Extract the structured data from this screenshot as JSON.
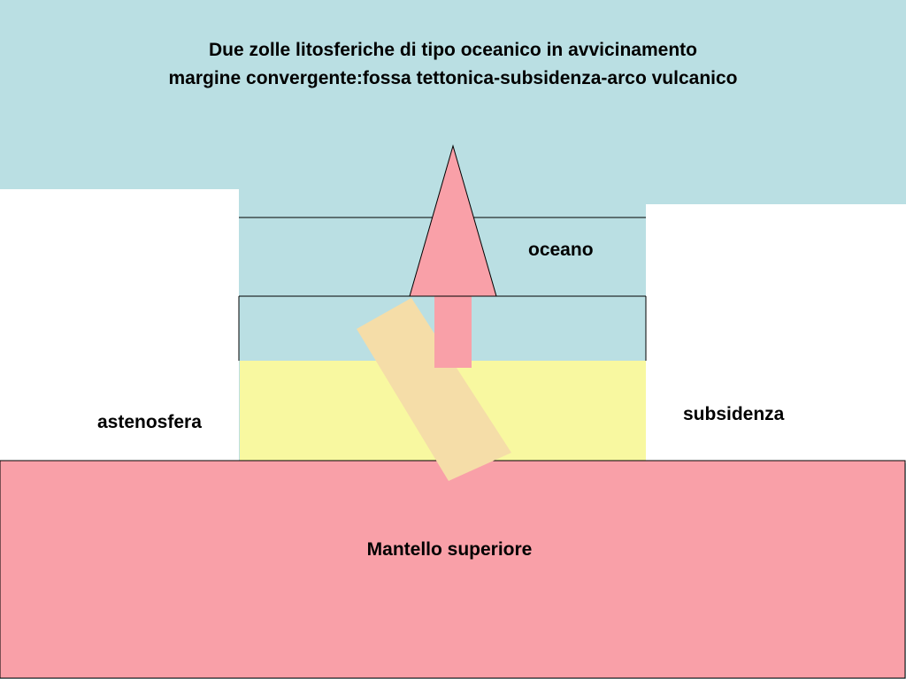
{
  "title": {
    "line1": "Due zolle litosferiche di tipo oceanico in avvicinamento",
    "line2": "margine convergente:fossa tettonica-subsidenza-arco vulcanico"
  },
  "labels": {
    "oceano": "oceano",
    "subsidenza": "subsidenza",
    "astenosfera": "astenosfera",
    "mantello": "Mantello superiore"
  },
  "colors": {
    "background": "#badfe3",
    "ocean": "#badfe3",
    "white_block": "#ffffff",
    "asthenosphere_band": "#f8f8a0",
    "mantle": "#f9a0a8",
    "arrow": "#f9a0a8",
    "subducting_plate": "#f5dda8",
    "line": "#000000"
  },
  "icons": {
    "upward_arrow": "arrow-up-icon"
  }
}
